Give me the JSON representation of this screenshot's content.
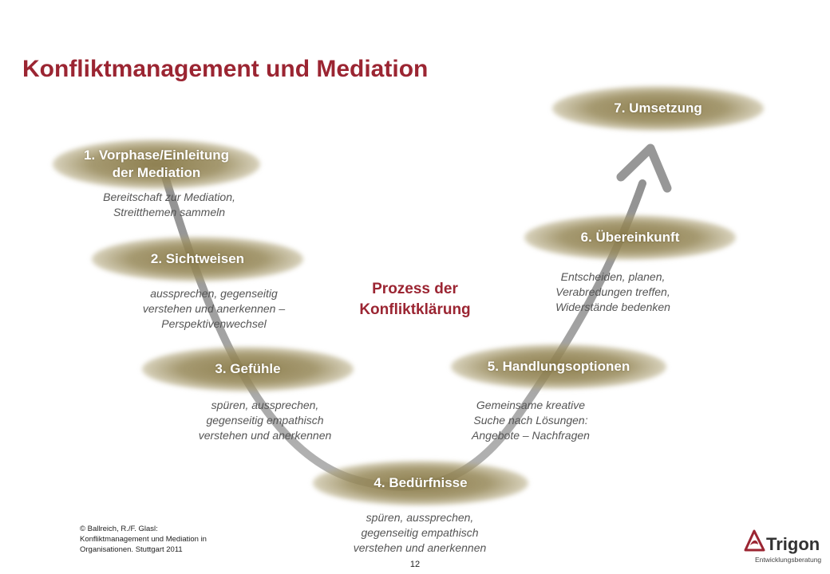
{
  "title": "Konfliktmanagement und Mediation",
  "center_label": "Prozess der\nKonfliktklärung",
  "stages": [
    {
      "label": "1. Vorphase/Einleitung\nder Mediation",
      "description": "Bereitschaft zur Mediation,\nStreitthemen sammeln"
    },
    {
      "label": "2. Sichtweisen",
      "description": "aussprechen, gegenseitig\nverstehen und anerkennen –\nPerspektivenwechsel"
    },
    {
      "label": "3. Gefühle",
      "description": "spüren, aussprechen,\ngegenseitig empathisch\nverstehen und anerkennen"
    },
    {
      "label": "4. Bedürfnisse",
      "description": "spüren, aussprechen,\ngegenseitig empathisch\nverstehen und anerkennen"
    },
    {
      "label": "5. Handlungsoptionen",
      "description": "Gemeinsame kreative\nSuche nach Lösungen:\nAngebote – Nachfragen"
    },
    {
      "label": "6. Übereinkunft",
      "description": "Entscheiden, planen,\nVerabredungen treffen,\nWiderstände bedenken"
    },
    {
      "label": "7. Umsetzung",
      "description": ""
    }
  ],
  "citation": "© Ballreich, R./F. Glasl:\nKonfliktmanagement und Mediation in\nOrganisationen. Stuttgart 2011",
  "page_number": "12",
  "logo": {
    "name": "Trigon",
    "subtitle": "Entwicklungsberatung",
    "icon": "trigon-logo-icon"
  },
  "colors": {
    "title": "#9b2532",
    "accent": "#9b2532",
    "brush": "#8f7f4a",
    "arrow": "#8c8c8c",
    "description": "#555555"
  }
}
